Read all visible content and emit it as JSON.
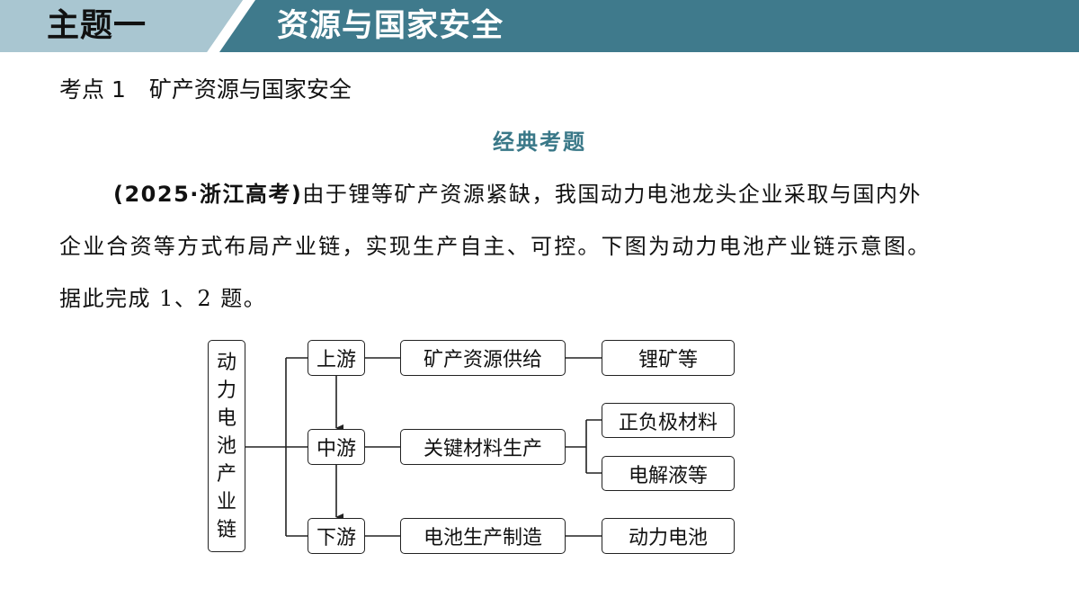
{
  "header": {
    "subject": "主题一",
    "title": "资源与国家安全"
  },
  "kaodian": {
    "label": "考点 1",
    "title": "矿产资源与国家安全"
  },
  "section_title": "经典考题",
  "paragraph": {
    "source": "(2025·浙江高考)",
    "line1": "由于锂等矿产资源紧缺，我国动力电池龙头企业采取与国内外",
    "line2": "企业合资等方式布局产业链，实现生产自主、可控。下图为动力电池产业链示意图。",
    "line3": "据此完成 1、2 题。"
  },
  "diagram": {
    "root_chars": [
      "动",
      "力",
      "电",
      "池",
      "产",
      "业",
      "链"
    ],
    "stages": {
      "upstream": "上游",
      "midstream": "中游",
      "downstream": "下游"
    },
    "processes": {
      "upstream": "矿产资源供给",
      "midstream": "关键材料生产",
      "downstream": "电池生产制造"
    },
    "outputs": {
      "upstream": "锂矿等",
      "midstream_1": "正负极材料",
      "midstream_2": "电解液等",
      "downstream": "动力电池"
    }
  },
  "colors": {
    "banner_dark": "#3f7a8c",
    "banner_light": "#a9c6d1",
    "section_title": "#3a7888"
  }
}
